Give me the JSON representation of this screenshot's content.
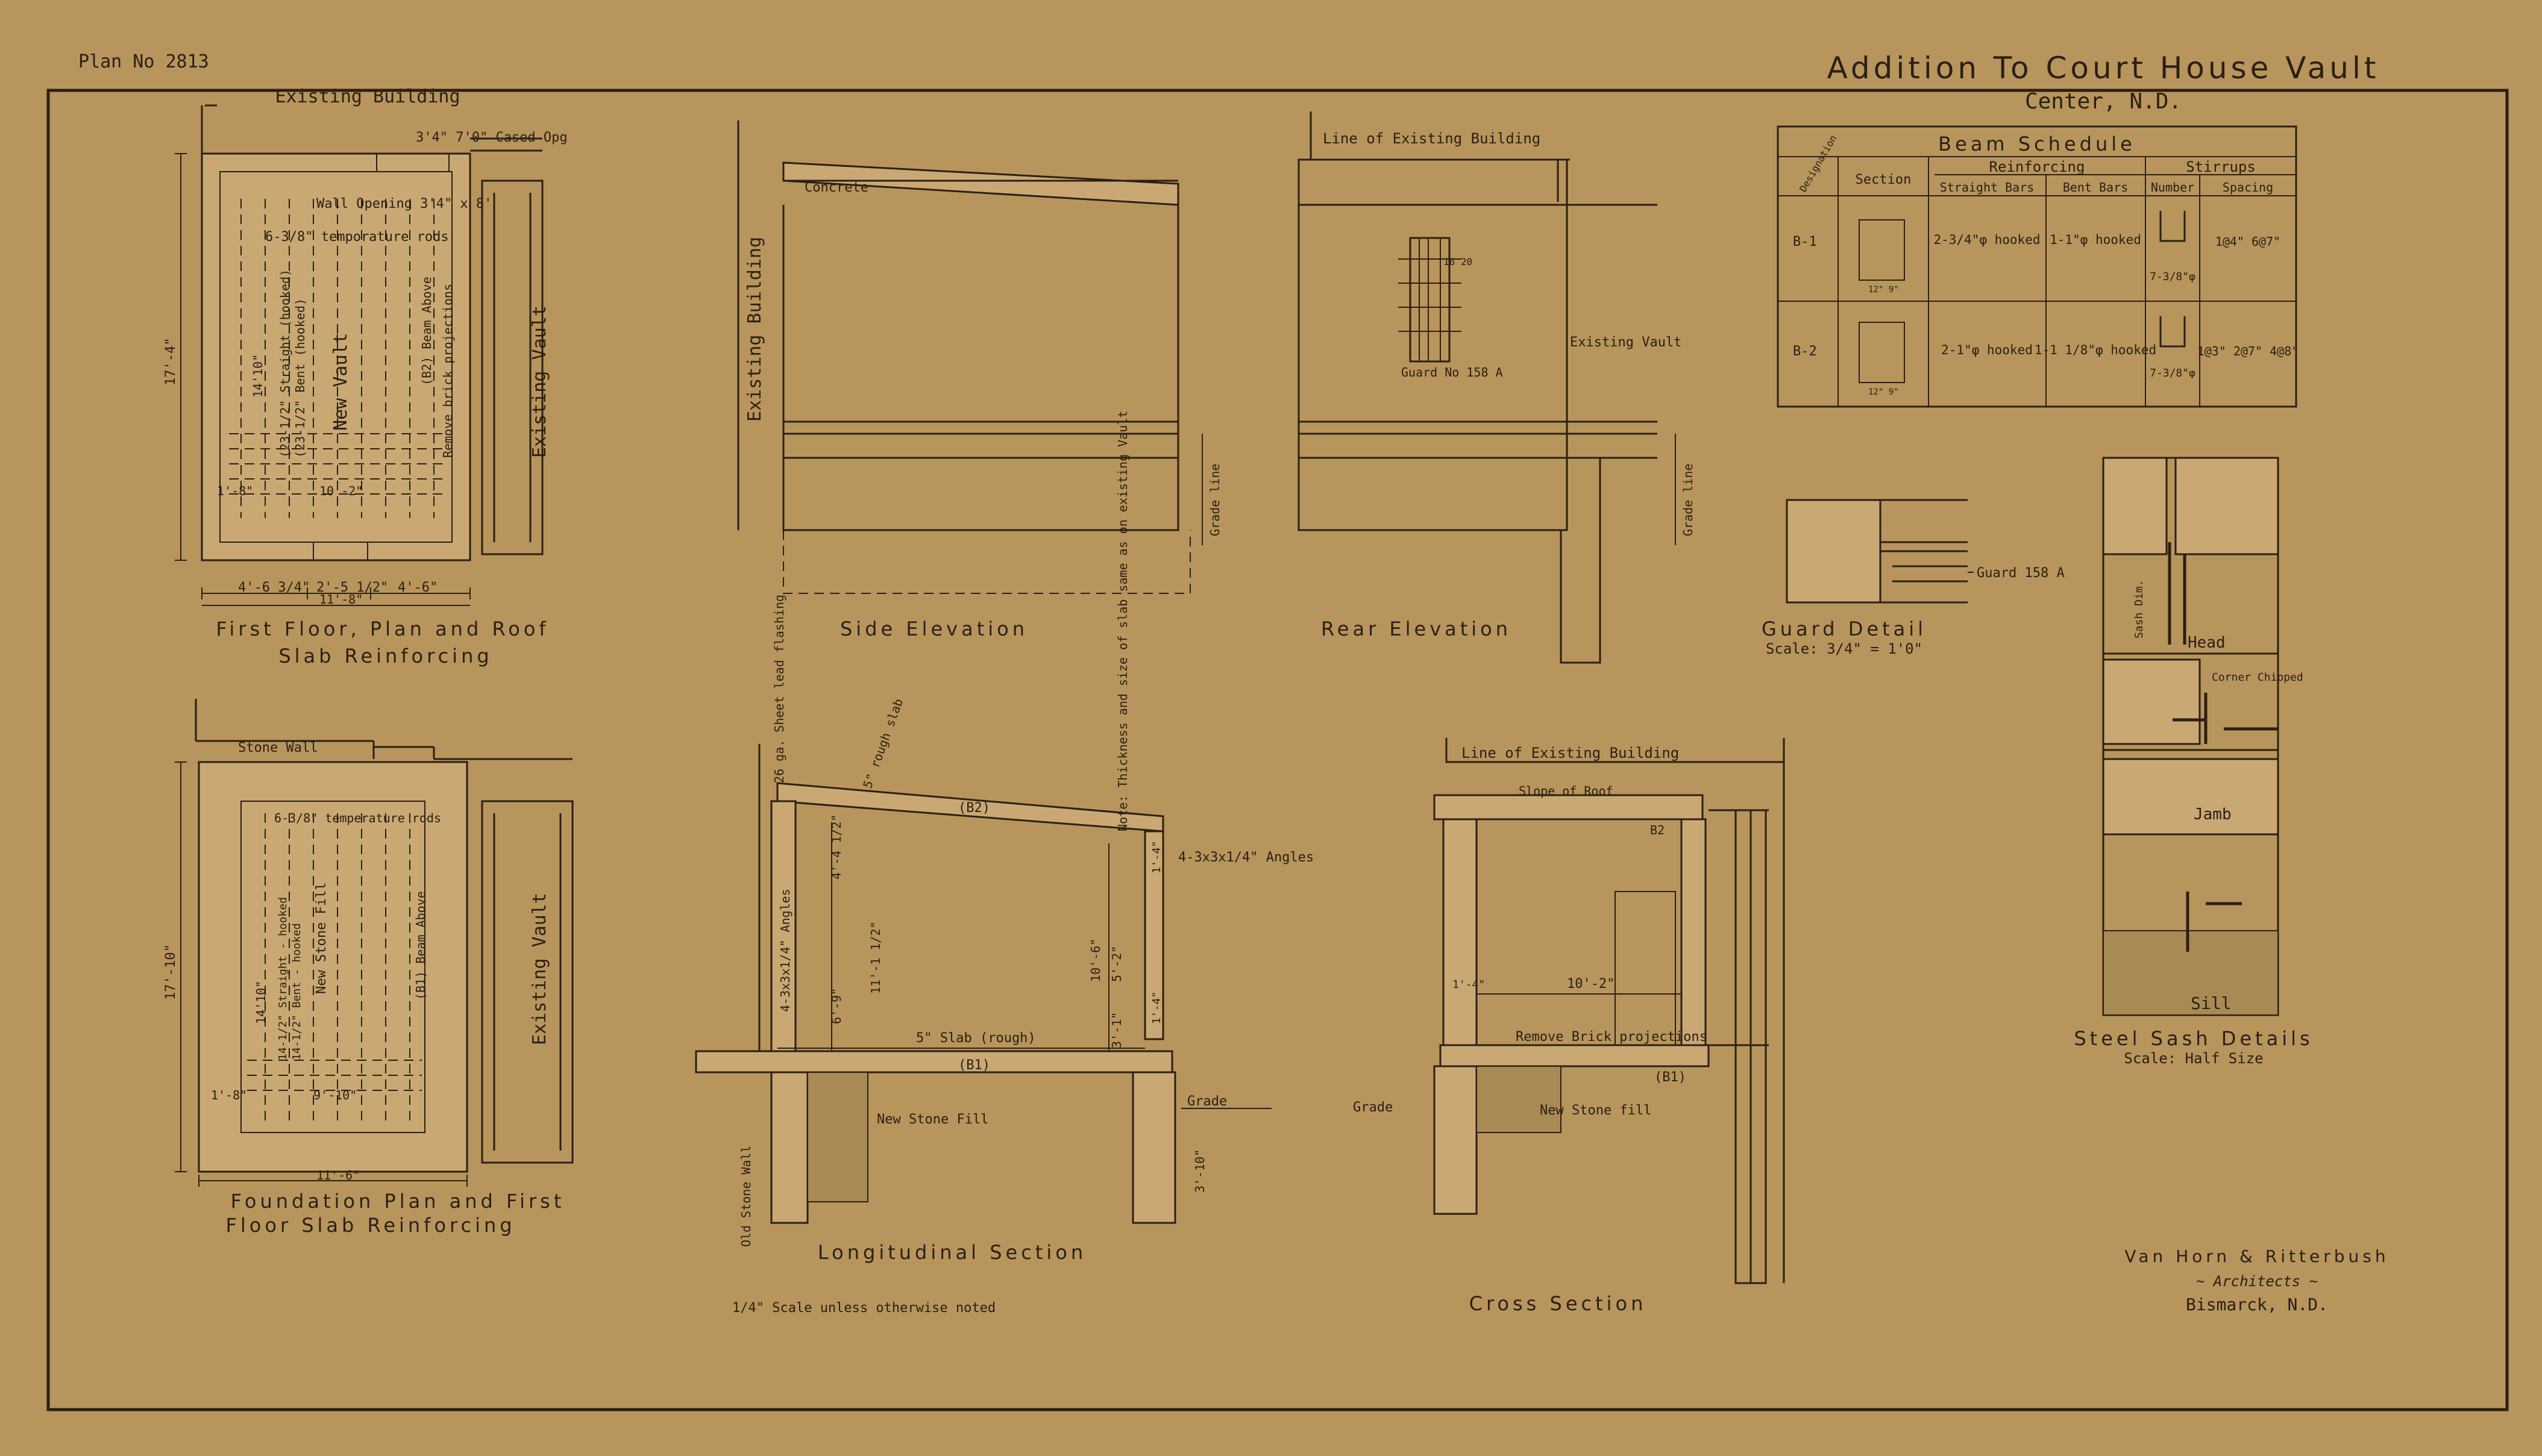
{
  "sheet": {
    "plan_no": "Plan No 2813",
    "title": "Addition To Court House Vault",
    "location": "Center, N.D.",
    "scale_note": "1/4\" Scale unless otherwise noted",
    "architects": {
      "firm": "Van Horn & Ritterbush",
      "role": "~ Architects ~",
      "city": "Bismarck, N.D."
    }
  },
  "first_floor": {
    "title_line1": "First Floor, Plan and Roof",
    "title_line2": "Slab Reinforcing",
    "existing_building": "Existing Building",
    "cased_opening": "3'4\" 7'0\" Cased Opg",
    "wall_opening": "Wall Opening 3'4\" x 8'",
    "temp_rods": "6-3/8\" temporature rods",
    "new_vault": "New Vault",
    "existing_vault": "Existing Vault",
    "beam_above": "(B2) Beam Above",
    "remove_brick": "Remove brick projections",
    "rods_straight": "(23-1/2\" Straight (hooked)",
    "rods_bent": "(23-1/2\" Bent (hooked)",
    "dim_height": "17'-4\"",
    "dim_inner": "14'10\"",
    "dim_width": "10'-2\"",
    "dim_a": "4'-6 3/4\"",
    "dim_b": "2'-5 1/2\"",
    "dim_c": "4'-6\"",
    "dim_total": "11'-8\"",
    "dim_wall": "1'-8\""
  },
  "foundation": {
    "title_line1": "Foundation    Plan and First",
    "title_line2": "Floor Slab Reinforcing",
    "stone_wall": "Stone Wall",
    "temp_rods": "6-3/8\" temperature rods",
    "new_stone_fill": "New Stone Fill",
    "beam_above": "(B1) Beam Above",
    "existing_vault": "Existing Vault",
    "rods_straight": "14-1/2\" Straight - hooked",
    "rods_bent": "14-1/2\" Bent - hooked",
    "dim_height": "17'-10\"",
    "dim_inner": "14'10\"",
    "dim_width": "9'-10\"",
    "dim_total": "11'-6\"",
    "dim_wall": "1'-8\""
  },
  "side_elevation": {
    "title": "Side Elevation",
    "existing_building": "Existing Building",
    "concrete": "Concrete",
    "grade_line": "Grade line"
  },
  "rear_elevation": {
    "title": "Rear Elevation",
    "line_existing": "Line of Existing Building",
    "guard": "Guard No 158 A",
    "existing_vault": "Existing Vault",
    "grade_line": "Grade line",
    "window_note": "16 20"
  },
  "beam_schedule": {
    "title": "Beam Schedule",
    "reinforcing": "Reinforcing",
    "stirrups": "Stirrups",
    "columns": [
      "Designation",
      "Section",
      "Straight Bars",
      "Bent Bars",
      "Number",
      "Spacing"
    ],
    "rows": [
      {
        "designation": "B-1",
        "section": "12\" 9\"",
        "straight": "2-3/4\"φ hooked",
        "bent": "1-1\"φ hooked",
        "number": "7-3/8\"φ",
        "spacing": "1@4\" 6@7\""
      },
      {
        "designation": "B-2",
        "section": "12\" 9\"",
        "straight": "2-1\"φ hooked",
        "bent": "1-1 1/8\"φ hooked",
        "number": "7-3/8\"φ",
        "spacing": "1@3\" 2@7\" 4@8\""
      }
    ]
  },
  "guard_detail": {
    "title": "Guard Detail",
    "scale": "Scale: 3/4\" = 1'0\"",
    "guard": "Guard 158 A"
  },
  "steel_sash": {
    "title": "Steel Sash Details",
    "scale": "Scale: Half Size",
    "head": "Head",
    "jamb": "Jamb",
    "sill": "Sill",
    "sash_dim": "Sash Dim.",
    "corner": "Corner Chipped"
  },
  "longitudinal": {
    "title": "Longitudinal Section",
    "flashing": "26 ga. Sheet lead flashing",
    "rough_slab": "5\" rough slab",
    "b2": "(B2)",
    "b1": "(B1)",
    "note_same": "Note: Thickness and size of slab same as on existing Vault",
    "angles_top": "4-3x3x1/4\" Angles",
    "angles_left": "4-3x3x1/4\" Angles",
    "slab_rough": "5\" Slab (rough)",
    "new_stone_fill": "New Stone Fill",
    "old_stone_wall": "Old Stone Wall",
    "grade": "Grade",
    "dim_h1": "6'-9\"",
    "dim_h2": "11'-1 1/2\"",
    "dim_h3": "10'-6\"",
    "dim_h4": "5'-2\"",
    "dim_h5": "3'-1\"",
    "dim_a": "4'-4 1/2\"",
    "dim_footing": "3'-10\"",
    "dim_sm1": "1'-4\"",
    "dim_sm2": "1'-4\""
  },
  "cross": {
    "title": "Cross Section",
    "line_existing": "Line of Existing Building",
    "slope": "Slope of Roof",
    "b2": "B2",
    "b1": "(B1)",
    "width": "10'-2\"",
    "remove_brick": "Remove Brick projections",
    "new_stone_fill": "New Stone fill",
    "grade": "Grade",
    "dim_wall": "1'-4\""
  }
}
